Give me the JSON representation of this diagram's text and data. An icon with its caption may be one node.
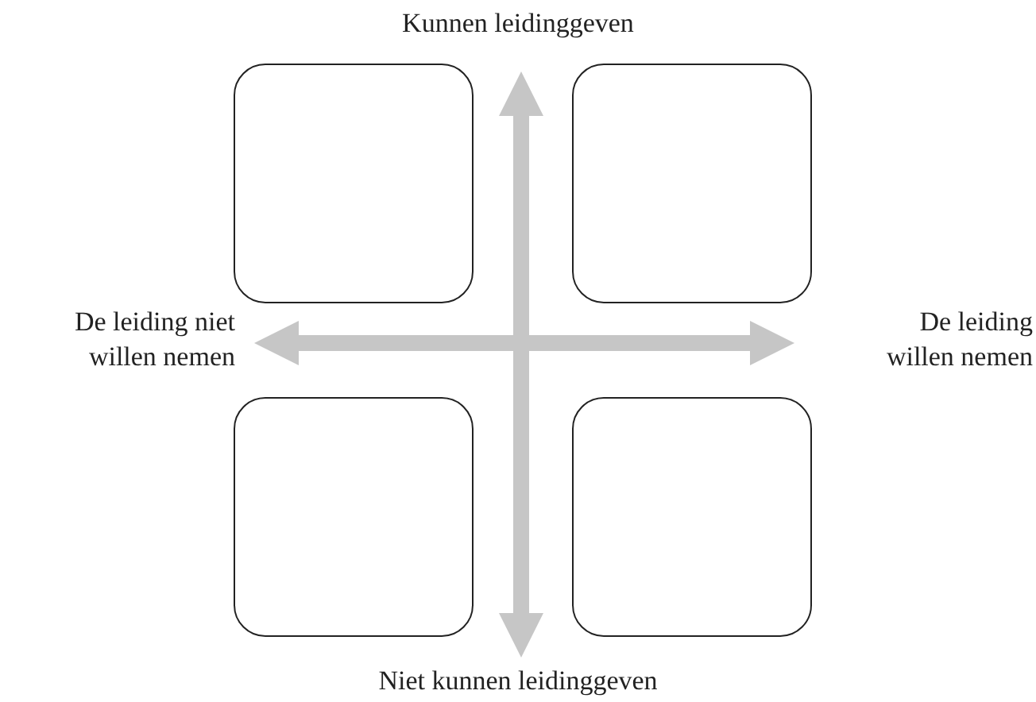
{
  "diagram": {
    "nodes": [
      {
        "text": [],
        "shape": "box"
      },
      {
        "text": [],
        "shape": "box"
      },
      {
        "text": [],
        "shape": "box"
      },
      {
        "text": [],
        "shape": "box"
      }
    ],
    "labels": [
      "Kunnen leidinggeven",
      "De leiding niet willen nemen",
      "De leiding willen nemen",
      "Niet kunnen leidinggeven"
    ]
  }
}
